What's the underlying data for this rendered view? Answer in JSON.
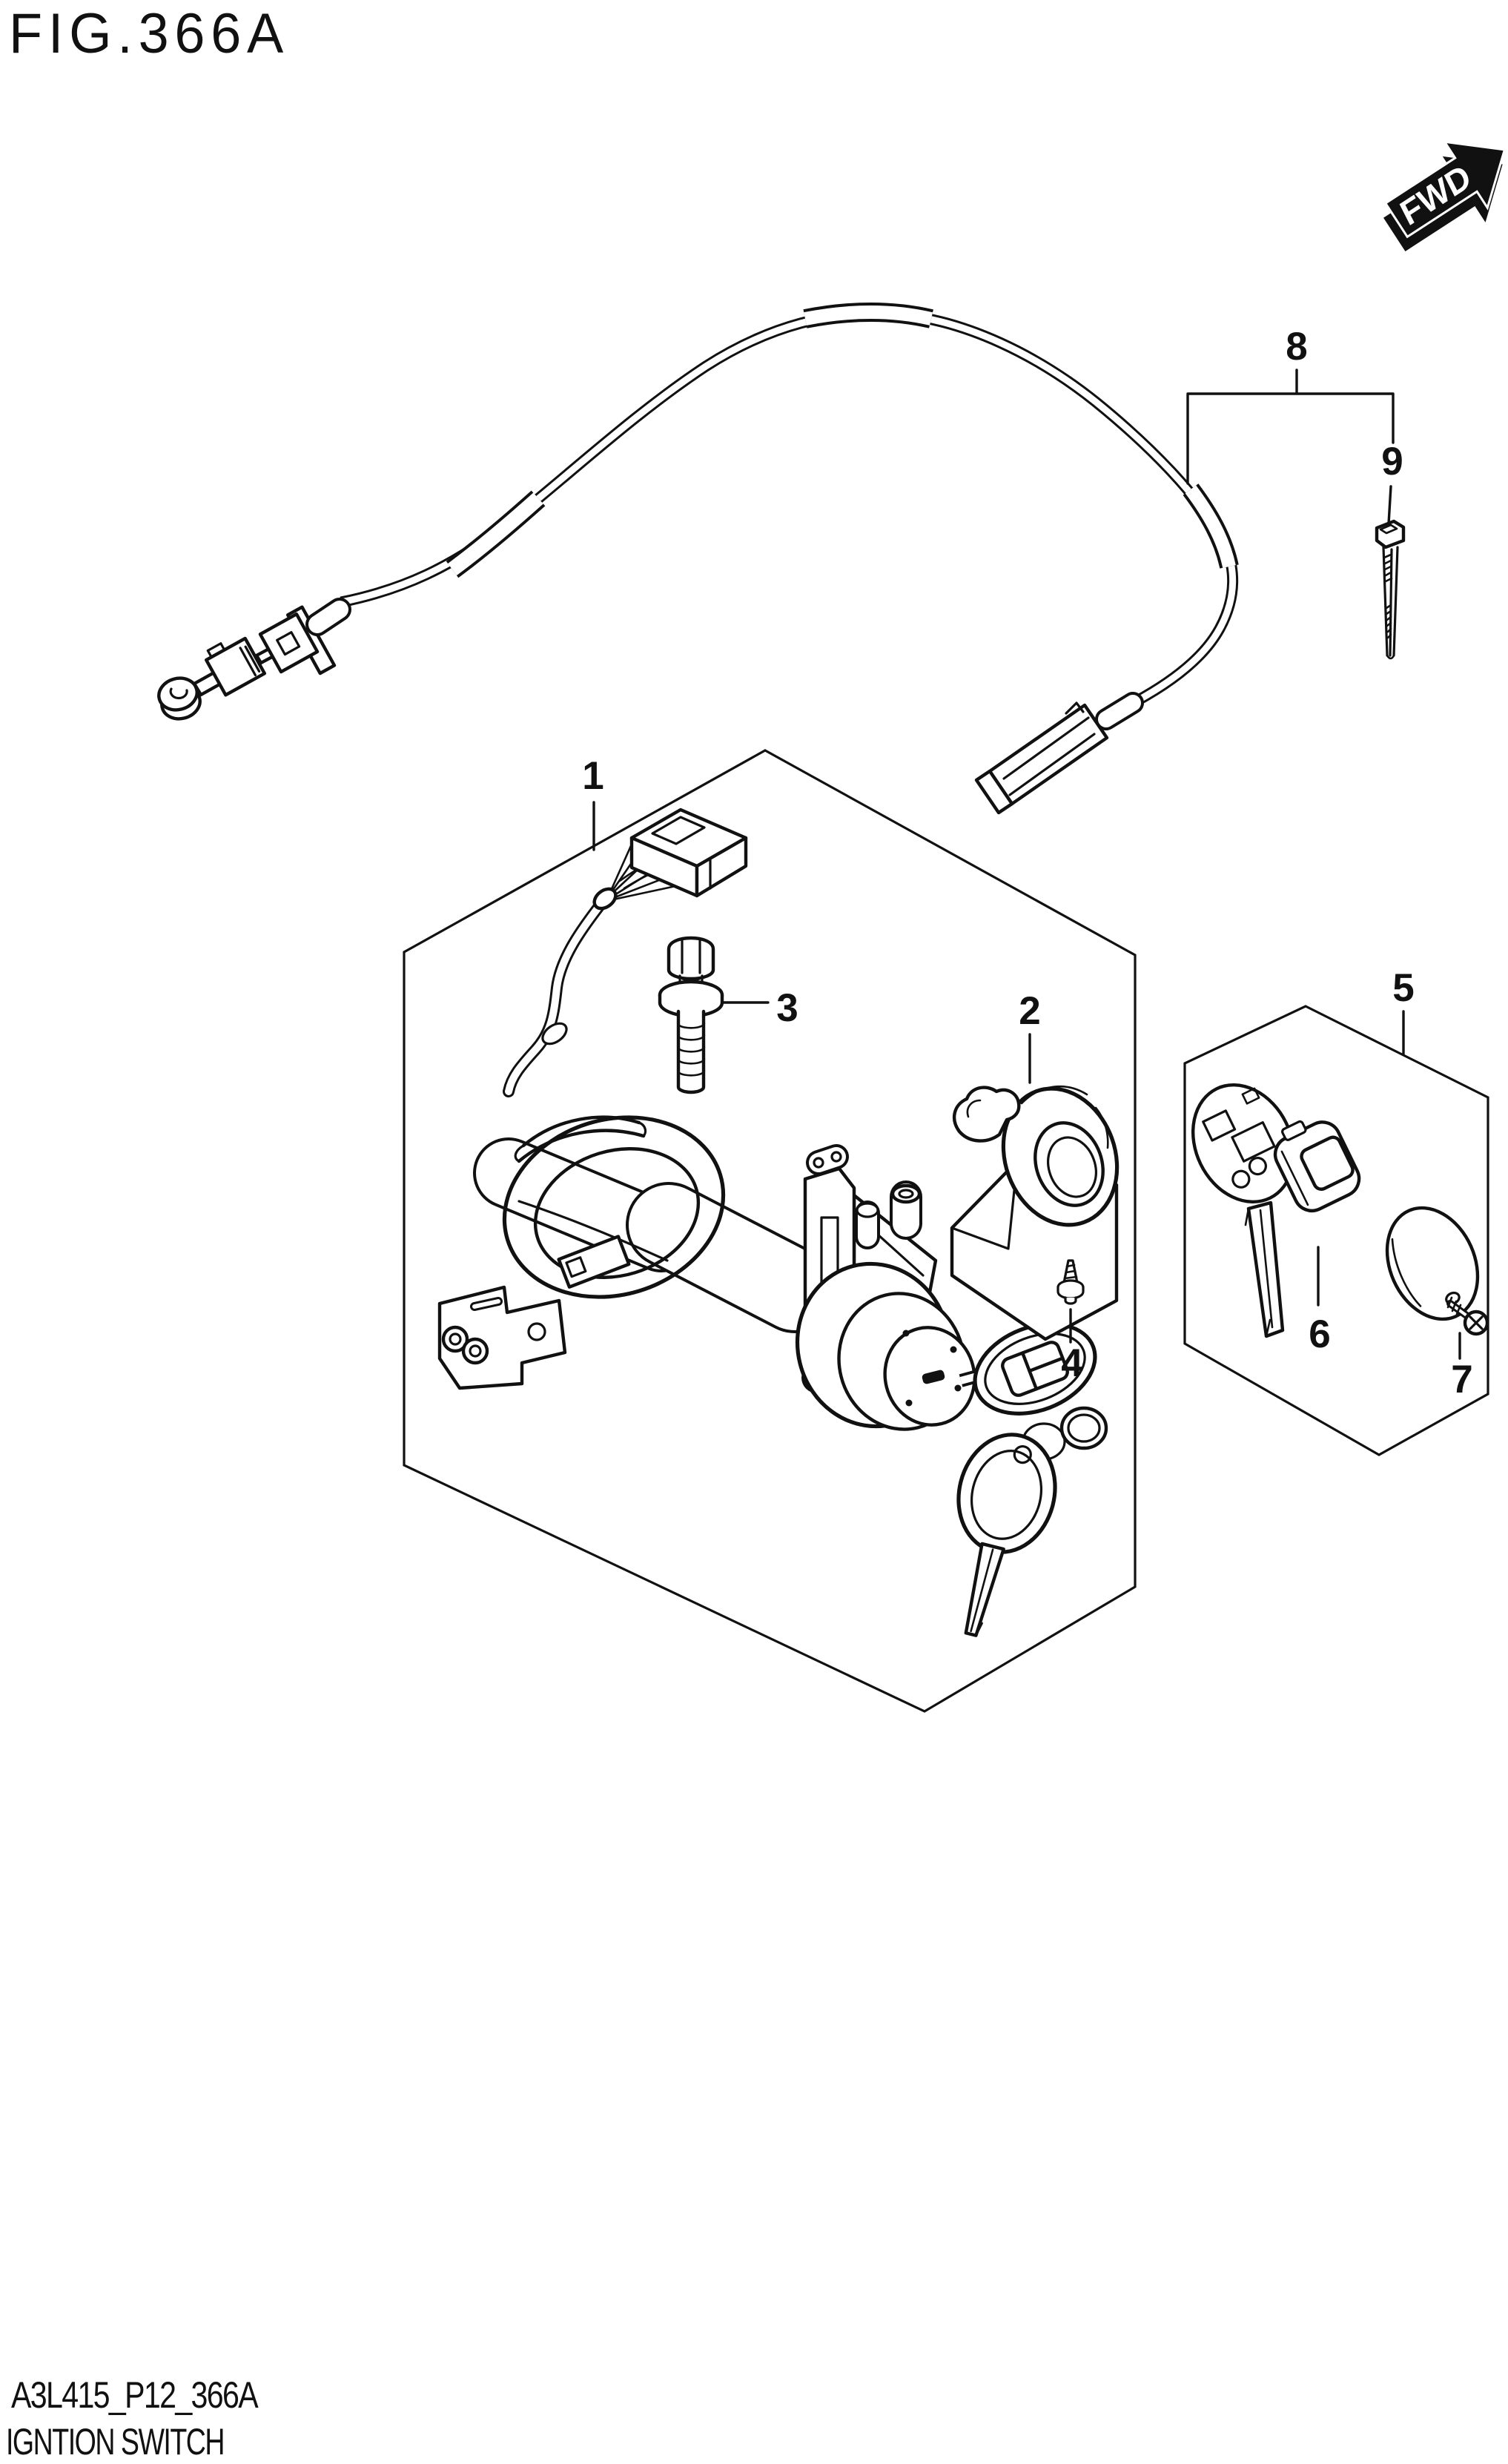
{
  "page": {
    "background": "#ffffff",
    "line_color": "#111111"
  },
  "figure": {
    "title": "FIG.366A"
  },
  "fwd_badge": {
    "label": "FWD"
  },
  "parts": [
    {
      "ref": "1"
    },
    {
      "ref": "2"
    },
    {
      "ref": "3"
    },
    {
      "ref": "4"
    },
    {
      "ref": "5"
    },
    {
      "ref": "6"
    },
    {
      "ref": "7"
    },
    {
      "ref": "8"
    },
    {
      "ref": "9"
    }
  ],
  "footer": {
    "code": "A3L415_P12_366A",
    "caption": "IGNTION SWITCH"
  }
}
